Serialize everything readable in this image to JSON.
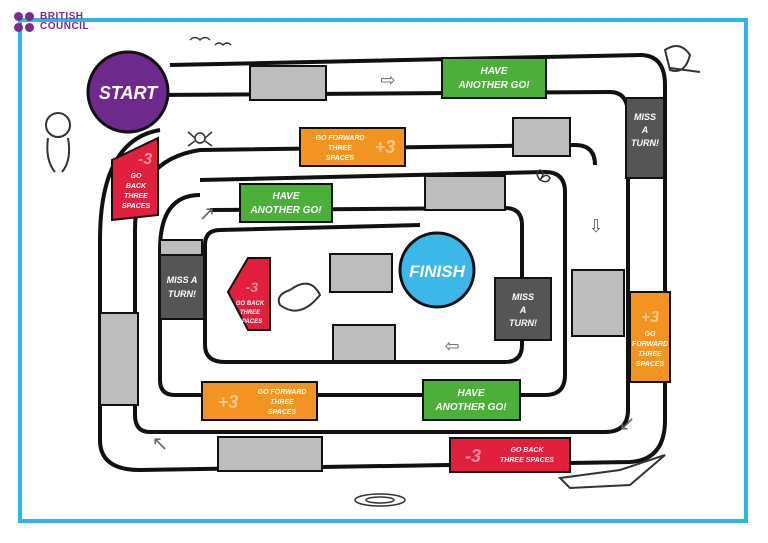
{
  "logo": {
    "line1": "BRITISH",
    "line2": "COUNCIL",
    "color": "#7a2a8f"
  },
  "frame_color": "#2fb4e3",
  "start": {
    "label": "START",
    "color": "#6d2a8c"
  },
  "finish": {
    "label": "FINISH",
    "color": "#3cb8e8"
  },
  "squares": {
    "have_another_go_1": {
      "line1": "HAVE",
      "line2": "ANOTHER GO!"
    },
    "have_another_go_2": {
      "line1": "HAVE",
      "line2": "ANOTHER GO!"
    },
    "have_another_go_3": {
      "line1": "HAVE",
      "line2": "ANOTHER GO!"
    },
    "miss_a_turn_1": {
      "line1": "MISS",
      "line2": "A",
      "line3": "TURN!"
    },
    "miss_a_turn_2": {
      "line1": "MISS A",
      "line2": "TURN!"
    },
    "miss_a_turn_3": {
      "line1": "MISS",
      "line2": "A",
      "line3": "TURN!"
    },
    "go_forward_1": {
      "badge": "+3",
      "line1": "GO FORWARD",
      "line2": "THREE",
      "line3": "SPACES"
    },
    "go_forward_2": {
      "badge": "+3",
      "line1": "GO",
      "line2": "FORWARD",
      "line3": "THREE",
      "line4": "SPACES"
    },
    "go_forward_3": {
      "badge": "+3",
      "line1": "GO FORWARD",
      "line2": "THREE",
      "line3": "SPACES"
    },
    "go_back_1": {
      "badge": "-3",
      "line1": "GO",
      "line2": "BACK",
      "line3": "THREE",
      "line4": "SPACES"
    },
    "go_back_2": {
      "badge": "-3",
      "line1": "GO BACK",
      "line2": "THREE SPACES"
    },
    "go_back_3": {
      "badge": "-3",
      "line1": "GO BACK",
      "line2": "THREE",
      "line3": "SPACES"
    }
  },
  "colors": {
    "green": "#4caf3a",
    "orange": "#f39321",
    "red": "#e0203c",
    "grey": "#bdbdbd",
    "dark": "#555555"
  }
}
